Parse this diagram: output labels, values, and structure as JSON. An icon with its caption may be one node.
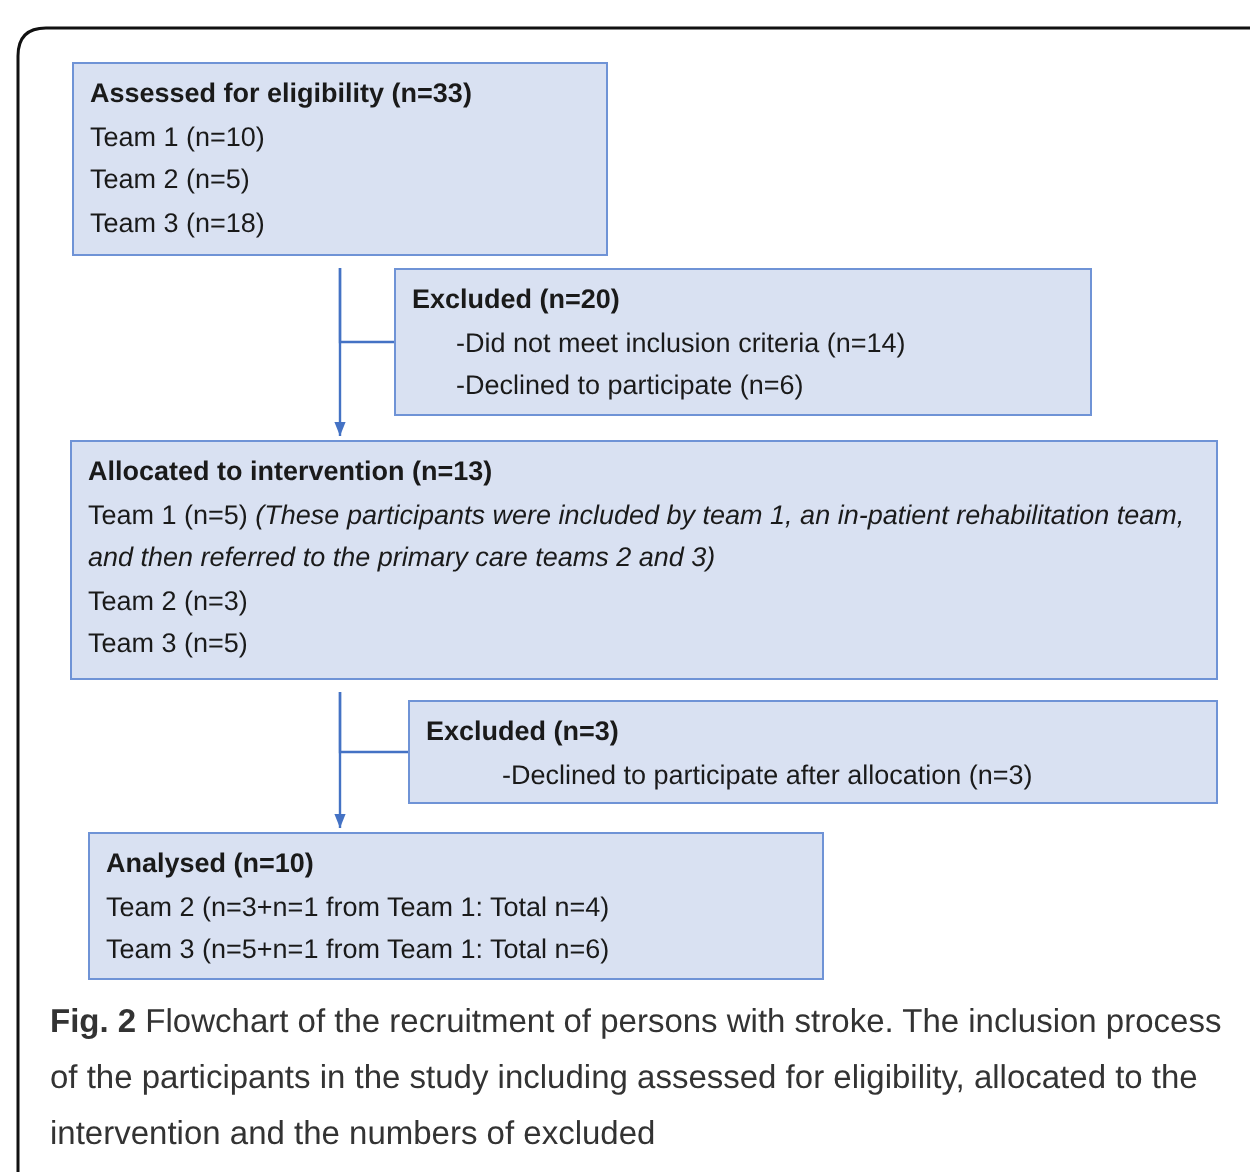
{
  "diagram": {
    "caption": "**Fig. 2** Flowchart of the recruitment of persons with stroke. The inclusion process of the participants in the study including assessed for eligibility, allocated to the intervention and the numbers of excluded",
    "nodes": [
      {
        "text": [
          "Assessed for eligibility (n=33)",
          "Team 1 (n=10)",
          "Team 2 (n=5)",
          "Team 3 (n=18)"
        ]
      },
      {
        "text": [
          "Excluded (n=20)",
          "-Did not meet inclusion criteria (n=14)",
          "-Declined to participate (n=6)"
        ]
      },
      {
        "text": [
          "Allocated to intervention (n=13)",
          "Team 1 (n=5) *(These participants were included by team 1, an in-patient rehabilitation team, and then referred to the primary care teams 2 and 3)*",
          "Team 2 (n=3)",
          "Team 3 (n=5)"
        ]
      },
      {
        "text": [
          "Excluded (n=3)",
          "-Declined to participate after allocation (n=3)"
        ]
      },
      {
        "text": [
          "Analysed (n=10)",
          "Team 2 (n=3+n=1 from Team 1: Total n=4)",
          "Team 3 (n=5+n=1 from Team 1: Total n=6)"
        ]
      }
    ],
    "edges": [
      {
        "from": 0,
        "to": 2,
        "arrow": "to"
      },
      {
        "from": 0,
        "to": 1,
        "arrow": "none"
      },
      {
        "from": 2,
        "to": 4,
        "arrow": "to"
      },
      {
        "from": 2,
        "to": 3,
        "arrow": "none"
      }
    ]
  }
}
